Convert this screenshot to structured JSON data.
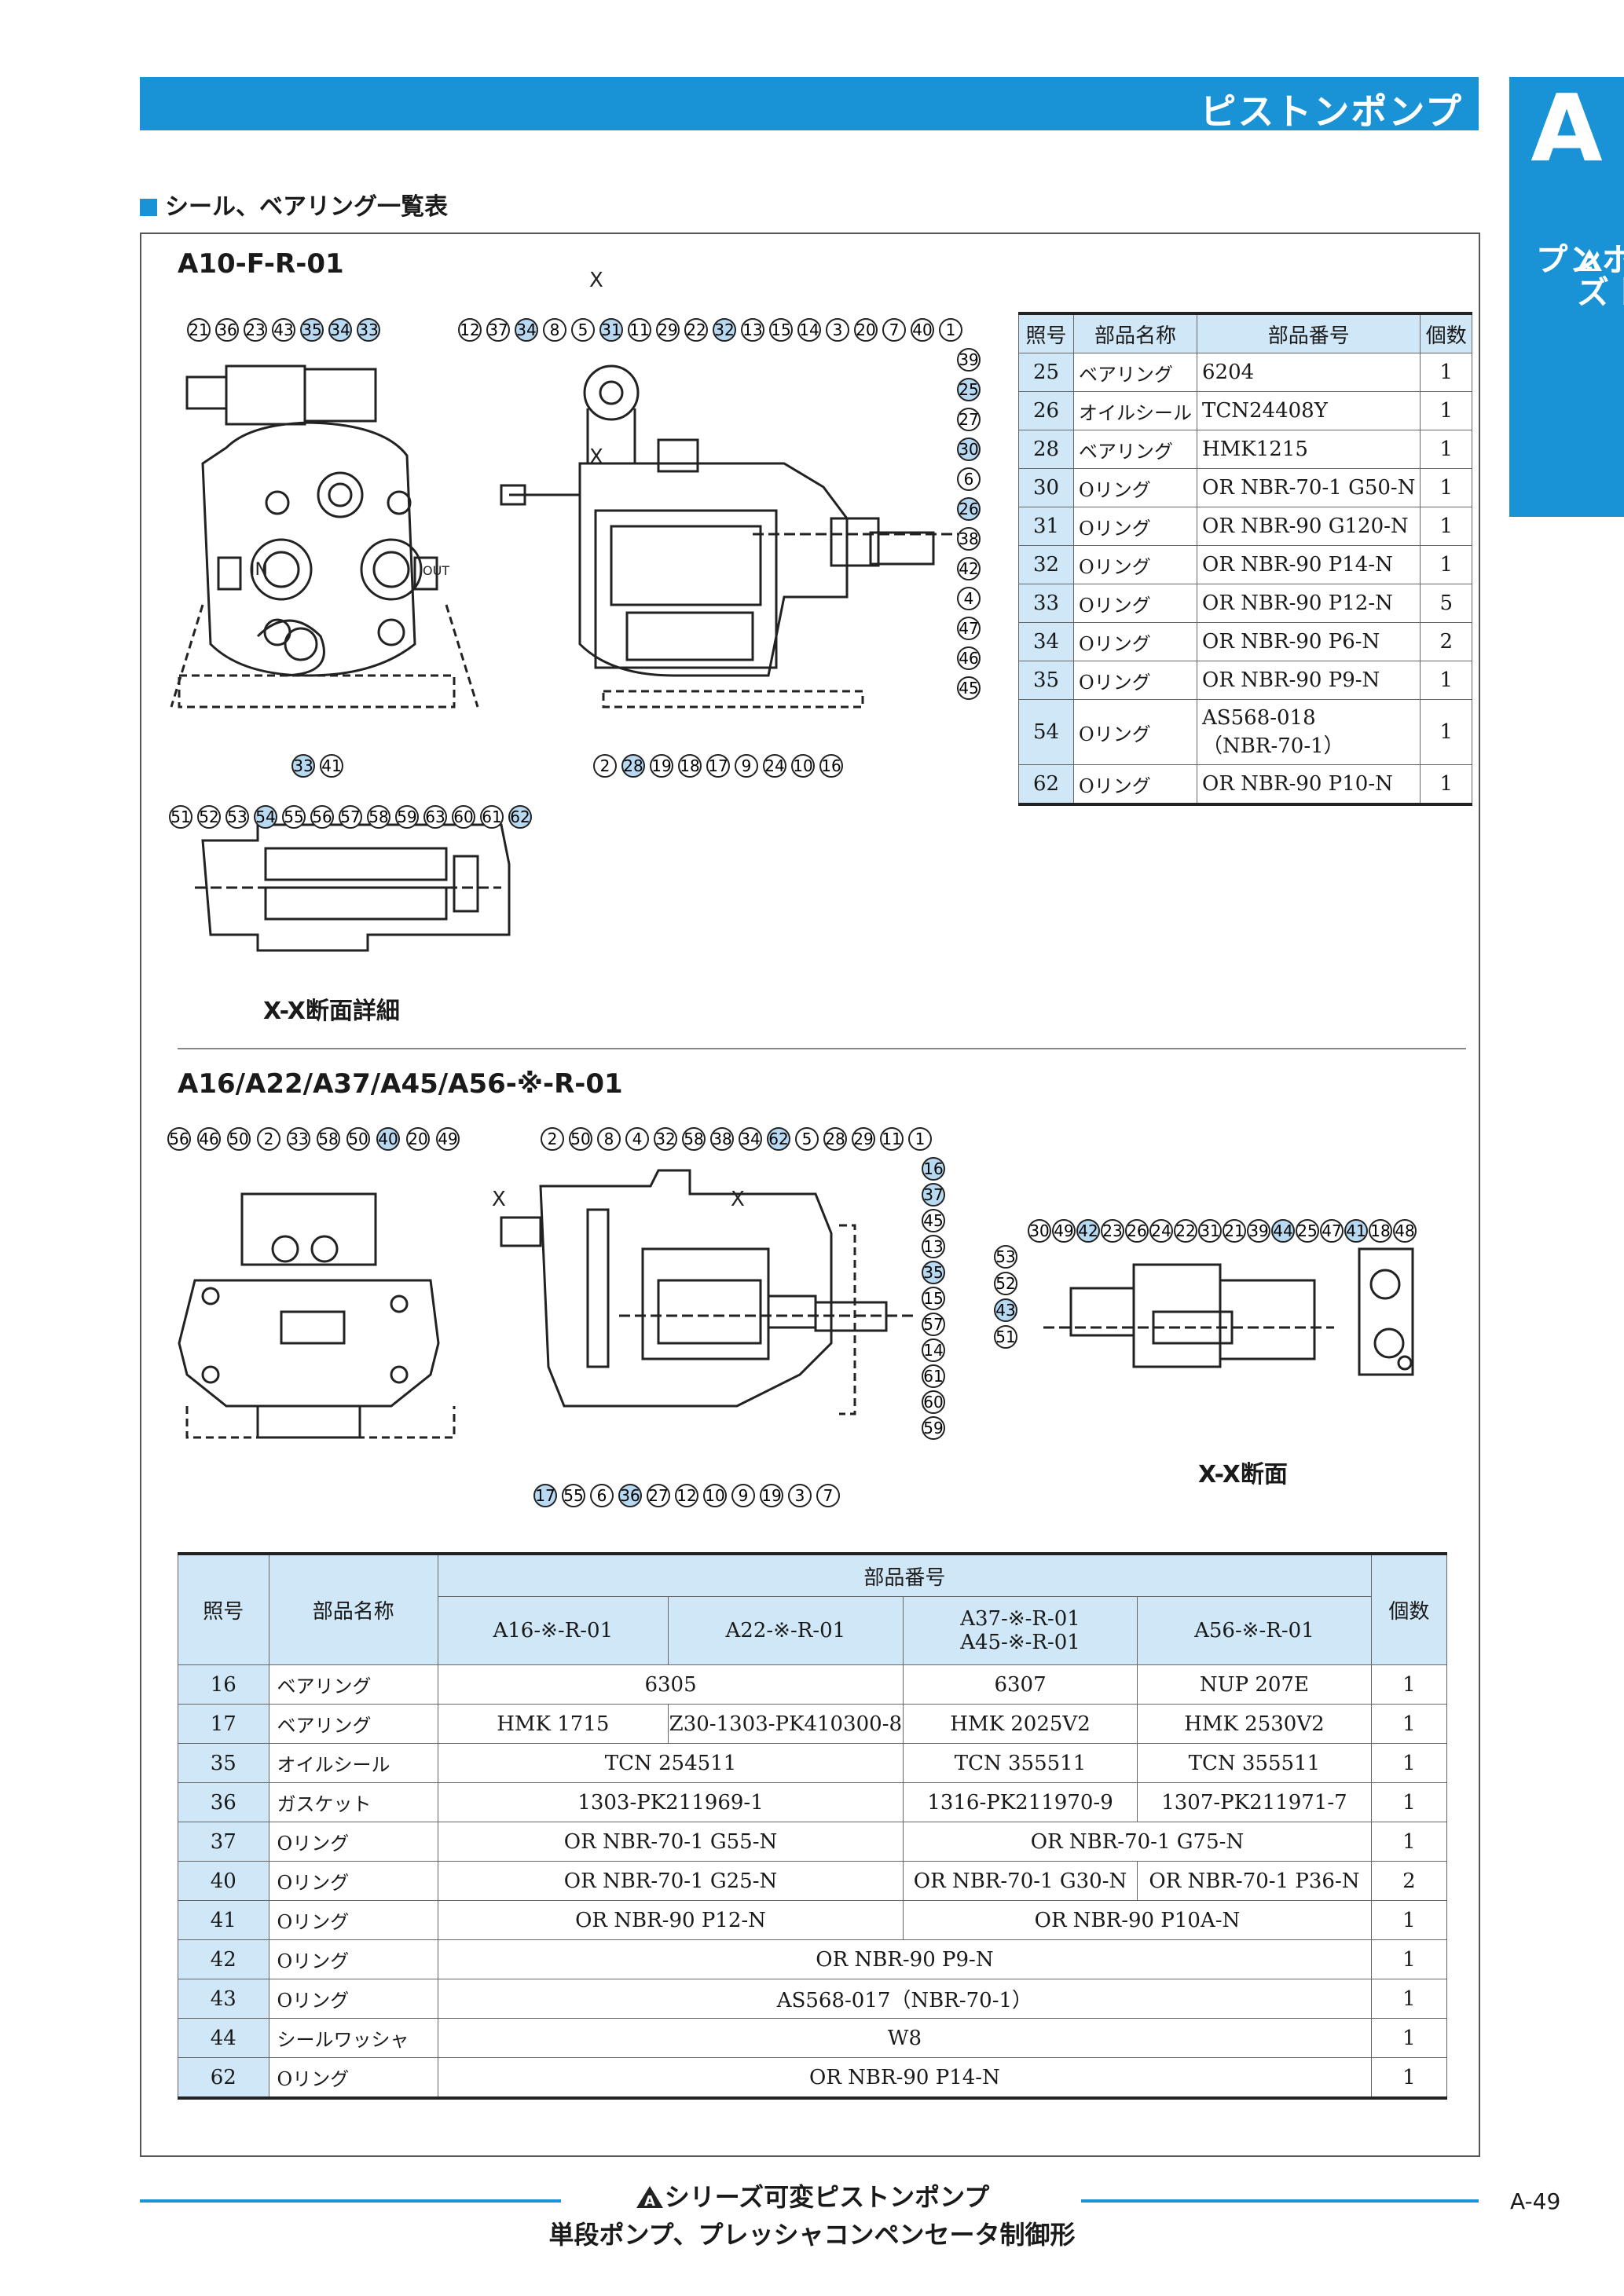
{
  "header": {
    "title": "ピストンポンプ"
  },
  "side_tab": {
    "letter": "A",
    "series_mark": "A",
    "series_line1": "シリーズ",
    "series_line2": "可変ピストンポンプ"
  },
  "section": {
    "heading": "シール、ベアリング一覧表"
  },
  "model1": {
    "title": "A10-F-R-01",
    "section_label": "X-X断面詳細",
    "x_mark": "X",
    "callouts_left_top": [
      "21",
      "36",
      "23",
      "43",
      "35",
      "34",
      "33"
    ],
    "callouts_left_bottom": [
      "33",
      "41"
    ],
    "callouts_center_top": [
      "12",
      "37",
      "34",
      "8",
      "5",
      "31",
      "11",
      "29",
      "22",
      "32",
      "13",
      "15",
      "14",
      "3",
      "20",
      "7",
      "40",
      "1"
    ],
    "callouts_center_right": [
      "39",
      "25",
      "27",
      "30",
      "6",
      "26",
      "38",
      "42",
      "4",
      "47",
      "46",
      "45"
    ],
    "callouts_center_bottom": [
      "2",
      "28",
      "19",
      "18",
      "17",
      "9",
      "24",
      "10",
      "16"
    ],
    "callouts_detail": [
      "51",
      "52",
      "53",
      "54",
      "55",
      "56",
      "57",
      "58",
      "59",
      "63",
      "60",
      "61",
      "62"
    ],
    "port_in": "IN",
    "port_out": "OUT",
    "table": {
      "headers": [
        "照号",
        "部品名称",
        "部品番号",
        "個数"
      ],
      "rows": [
        {
          "ref": "25",
          "name": "ベアリング",
          "part": "6204",
          "qty": "1"
        },
        {
          "ref": "26",
          "name": "オイルシール",
          "part": "TCN24408Y",
          "qty": "1"
        },
        {
          "ref": "28",
          "name": "ベアリング",
          "part": "HMK1215",
          "qty": "1"
        },
        {
          "ref": "30",
          "name": "Oリング",
          "part": "OR NBR-70-1 G50-N",
          "qty": "1"
        },
        {
          "ref": "31",
          "name": "Oリング",
          "part": "OR NBR-90 G120-N",
          "qty": "1"
        },
        {
          "ref": "32",
          "name": "Oリング",
          "part": "OR NBR-90 P14-N",
          "qty": "1"
        },
        {
          "ref": "33",
          "name": "Oリング",
          "part": "OR NBR-90 P12-N",
          "qty": "5"
        },
        {
          "ref": "34",
          "name": "Oリング",
          "part": "OR NBR-90 P6-N",
          "qty": "2"
        },
        {
          "ref": "35",
          "name": "Oリング",
          "part": "OR NBR-90 P9-N",
          "qty": "1"
        },
        {
          "ref": "54",
          "name": "Oリング",
          "part": "AS568-018",
          "part2": "（NBR-70-1）",
          "qty": "1"
        },
        {
          "ref": "62",
          "name": "Oリング",
          "part": "OR NBR-90 P10-N",
          "qty": "1"
        }
      ]
    }
  },
  "model2": {
    "title": "A16/A22/A37/A45/A56-※-R-01",
    "section_label": "X-X断面",
    "x_mark": "X",
    "callouts_left_top": [
      "56",
      "46",
      "50",
      "2",
      "33",
      "58",
      "50",
      "40",
      "20",
      "49"
    ],
    "callouts_center_top": [
      "2",
      "50",
      "8",
      "4",
      "32",
      "58",
      "38",
      "34",
      "62",
      "5",
      "28",
      "29",
      "11",
      "1"
    ],
    "callouts_center_right": [
      "16",
      "37",
      "45",
      "13",
      "35",
      "15",
      "57",
      "14",
      "61",
      "60",
      "59"
    ],
    "callouts_center_bottom": [
      "17",
      "55",
      "6",
      "36",
      "27",
      "12",
      "10",
      "9",
      "19",
      "3",
      "7"
    ],
    "callouts_xsection_top": [
      "30",
      "49",
      "42",
      "23",
      "26",
      "24",
      "22",
      "31",
      "21",
      "39",
      "44",
      "25",
      "47",
      "41",
      "18",
      "48"
    ],
    "callouts_xsection_left": [
      "53",
      "52",
      "43",
      "51"
    ],
    "table": {
      "header_ref": "照号",
      "header_name": "部品名称",
      "header_part": "部品番号",
      "header_qty": "個数",
      "models": [
        "A16-※-R-01",
        "A22-※-R-01",
        "A37-※-R-01",
        "A45-※-R-01",
        "A56-※-R-01"
      ],
      "rows": [
        {
          "ref": "16",
          "name": "ベアリング",
          "a16": "6305",
          "a37": "6307",
          "a56": "NUP 207E",
          "qty": "1"
        },
        {
          "ref": "17",
          "name": "ベアリング",
          "a16": "HMK 1715",
          "a22": "Z30-1303-PK410300-8",
          "a37": "HMK 2025V2",
          "a56": "HMK 2530V2",
          "qty": "1"
        },
        {
          "ref": "35",
          "name": "オイルシール",
          "a16": "TCN 254511",
          "a37": "TCN 355511",
          "a56": "TCN 355511",
          "qty": "1"
        },
        {
          "ref": "36",
          "name": "ガスケット",
          "a16": "1303-PK211969-1",
          "a37": "1316-PK211970-9",
          "a56": "1307-PK211971-7",
          "qty": "1"
        },
        {
          "ref": "37",
          "name": "Oリング",
          "a16": "OR NBR-70-1 G55-N",
          "a37": "OR NBR-70-1 G75-N",
          "qty": "1"
        },
        {
          "ref": "40",
          "name": "Oリング",
          "a16": "OR NBR-70-1 G25-N",
          "a37": "OR NBR-70-1 G30-N",
          "a56": "OR NBR-70-1 P36-N",
          "qty": "2"
        },
        {
          "ref": "41",
          "name": "Oリング",
          "a16": "OR NBR-90 P12-N",
          "a37": "OR NBR-90 P10A-N",
          "qty": "1"
        },
        {
          "ref": "42",
          "name": "Oリング",
          "all": "OR NBR-90 P9-N",
          "qty": "1"
        },
        {
          "ref": "43",
          "name": "Oリング",
          "all": "AS568-017（NBR-70-1）",
          "qty": "1"
        },
        {
          "ref": "44",
          "name": "シールワッシャ",
          "all": "W8",
          "qty": "1"
        },
        {
          "ref": "62",
          "name": "Oリング",
          "all": "OR NBR-90 P14-N",
          "qty": "1"
        }
      ]
    }
  },
  "highlighted_refs": [
    "25",
    "26",
    "28",
    "30",
    "31",
    "32",
    "33",
    "34",
    "35",
    "54",
    "62",
    "16",
    "17",
    "36",
    "37",
    "40",
    "41",
    "42",
    "43",
    "44"
  ],
  "footer": {
    "line1_mark": "A",
    "line1": "シリーズ可変ピストンポンプ",
    "line2": "単段ポンプ、プレッシャコンペンセータ制御形",
    "page": "A-49"
  }
}
